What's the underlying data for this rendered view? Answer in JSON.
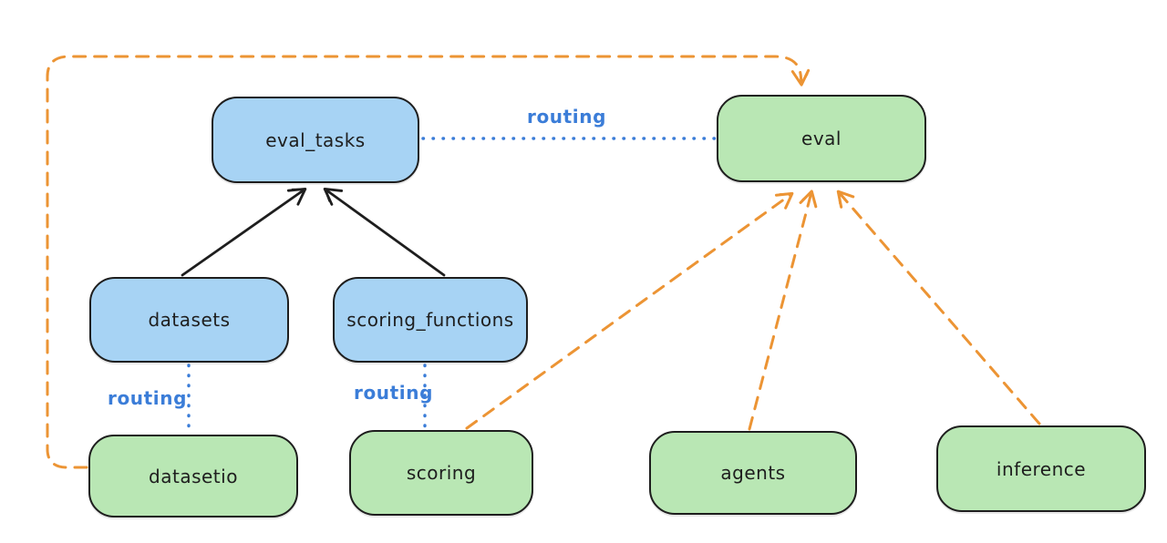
{
  "diagram": {
    "nodes": {
      "eval_tasks": {
        "label": "eval_tasks",
        "kind": "registry"
      },
      "eval": {
        "label": "eval",
        "kind": "api"
      },
      "datasets": {
        "label": "datasets",
        "kind": "registry"
      },
      "scoring_functions": {
        "label": "scoring_functions",
        "kind": "registry"
      },
      "datasetio": {
        "label": "datasetio",
        "kind": "api"
      },
      "scoring": {
        "label": "scoring",
        "kind": "api"
      },
      "agents": {
        "label": "agents",
        "kind": "api"
      },
      "inference": {
        "label": "inference",
        "kind": "api"
      }
    },
    "edge_labels": {
      "routing_eval_tasks_to_eval": "routing",
      "routing_datasets_to_datasetio": "routing",
      "routing_scoring_functions_to_scoring": "routing"
    },
    "edges": [
      {
        "from": "datasets",
        "to": "eval_tasks",
        "style": "solid-black-arrow"
      },
      {
        "from": "scoring_functions",
        "to": "eval_tasks",
        "style": "solid-black-arrow"
      },
      {
        "from": "eval_tasks",
        "to": "eval",
        "style": "dotted-blue",
        "label": "routing"
      },
      {
        "from": "datasets",
        "to": "datasetio",
        "style": "dotted-blue",
        "label": "routing"
      },
      {
        "from": "scoring_functions",
        "to": "scoring",
        "style": "dotted-blue",
        "label": "routing"
      },
      {
        "from": "datasetio",
        "to": "eval",
        "style": "dashed-orange-arrow",
        "path": "left-top-loop"
      },
      {
        "from": "scoring",
        "to": "eval",
        "style": "dashed-orange-arrow"
      },
      {
        "from": "agents",
        "to": "eval",
        "style": "dashed-orange-arrow"
      },
      {
        "from": "inference",
        "to": "eval",
        "style": "dashed-orange-arrow"
      }
    ],
    "colors": {
      "registry_fill": "#a7d3f4",
      "api_fill": "#b9e7b4",
      "stroke": "#1e1e1e",
      "routing_blue": "#3b7dd8",
      "dependency_orange": "#ec9434",
      "background": "#ffffff"
    }
  }
}
